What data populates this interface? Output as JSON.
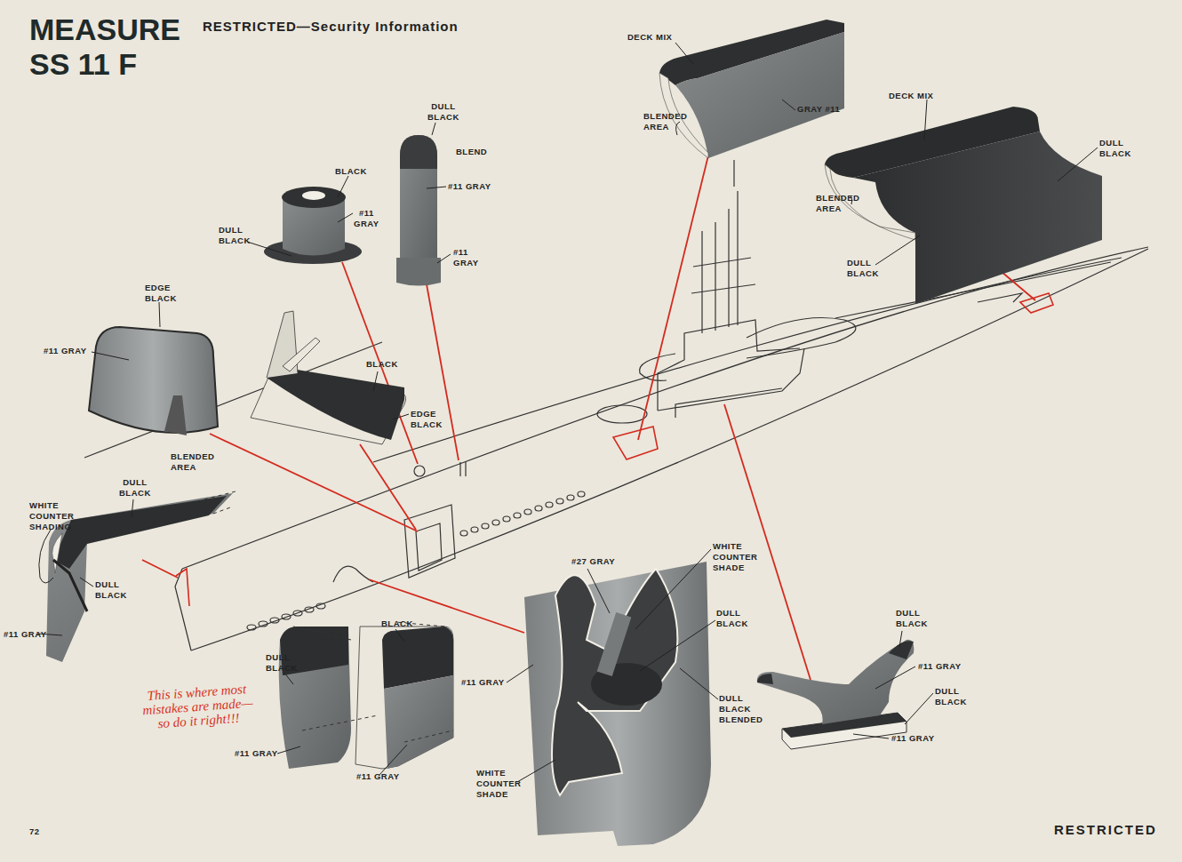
{
  "diagram": {
    "title": "MEASURE SS 11 F",
    "labels": [
      "RESTRICTED—Security Information",
      "DECK MIX",
      "GRAY #11",
      "BLENDED AREA",
      "DECK MIX",
      "DULL BLACK",
      "BLENDED AREA",
      "DULL BLACK",
      "DULL BLACK",
      "BLEND",
      "#11 GRAY",
      "#11 GRAY",
      "BLACK",
      "#11 GRAY",
      "DULL BLACK",
      "EDGE BLACK",
      "#11 GRAY",
      "BLACK",
      "EDGE BLACK",
      "BLENDED AREA",
      "DULL BLACK",
      "WHITE COUNTER SHADING",
      "DULL BLACK",
      "#11 GRAY",
      "BLACK",
      "DULL BLACK",
      "#11 GRAY",
      "#11 GRAY",
      "This is where most mistakes are made—so do it right!!!",
      "#27 GRAY",
      "WHITE COUNTER SHADE",
      "DULL BLACK",
      "#11 GRAY",
      "DULL BLACK BLENDED",
      "WHITE COUNTER SHADE",
      "DULL BLACK",
      "#11 GRAY",
      "DULL BLACK",
      "#11 GRAY",
      "72",
      "RESTRICTED"
    ]
  }
}
